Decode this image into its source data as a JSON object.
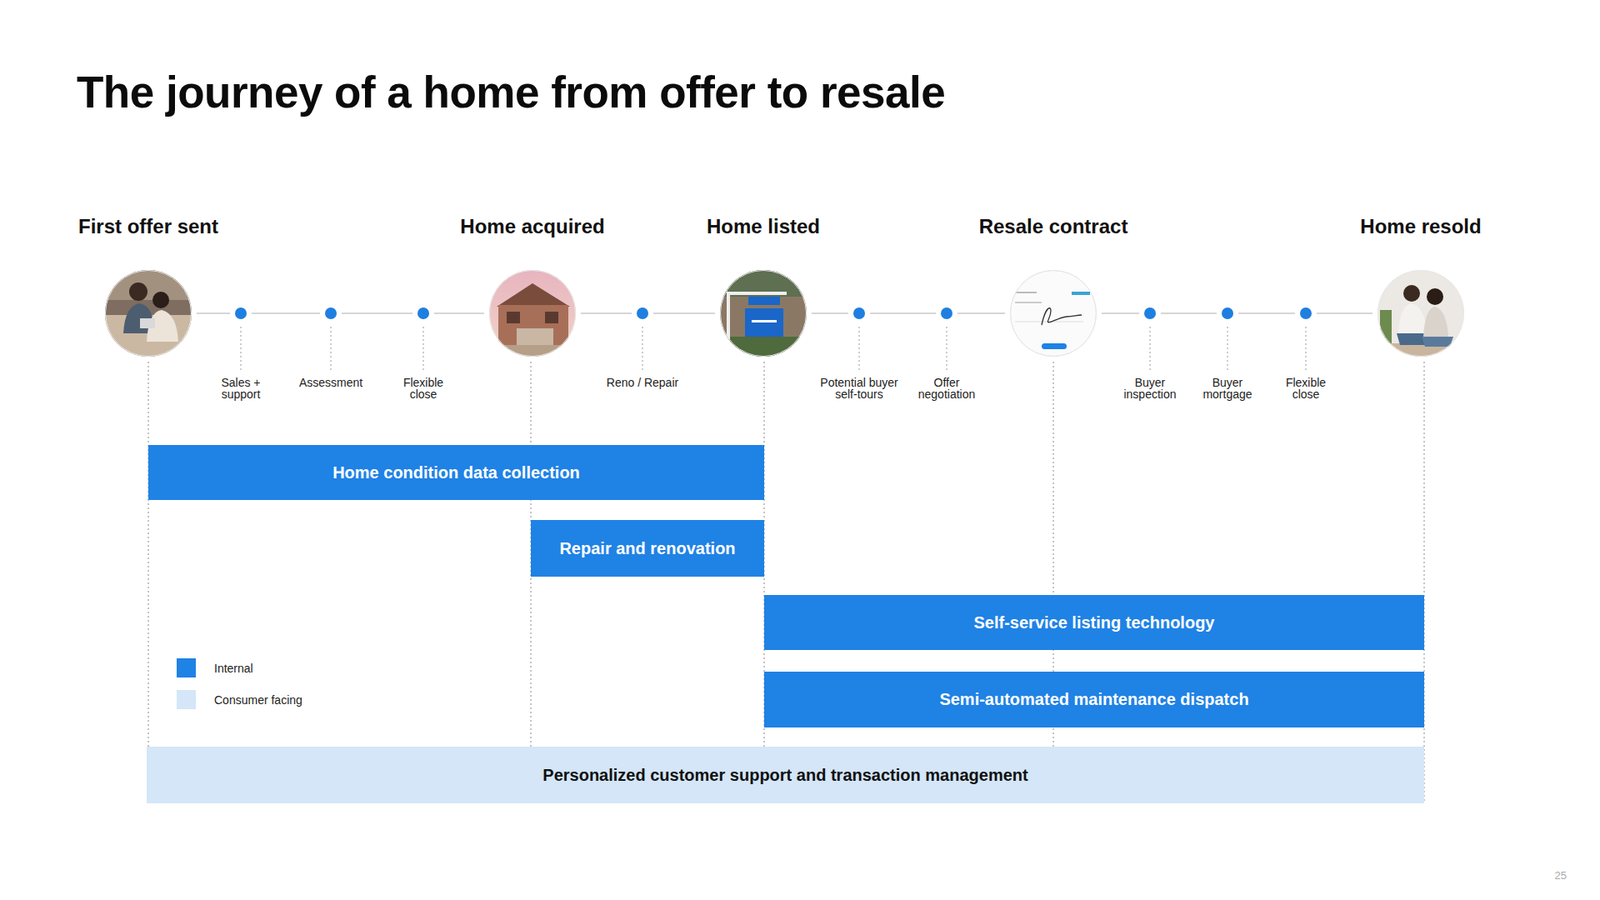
{
  "diagram": {
    "title": "The journey of a home from offer to resale",
    "nodes": [
      {
        "text": [
          "First offer sent"
        ]
      },
      {
        "text": [
          "Sales + support"
        ]
      },
      {
        "text": [
          "Assessment"
        ]
      },
      {
        "text": [
          "Flexible close"
        ]
      },
      {
        "text": [
          "Home acquired"
        ]
      },
      {
        "text": [
          "Reno / Repair"
        ]
      },
      {
        "text": [
          "Home listed"
        ]
      },
      {
        "text": [
          "Potential buyer self-tours"
        ]
      },
      {
        "text": [
          "Offer negotiation"
        ]
      },
      {
        "text": [
          "Resale contract"
        ]
      },
      {
        "text": [
          "Buyer inspection"
        ]
      },
      {
        "text": [
          "Buyer mortgage"
        ]
      },
      {
        "text": [
          "Flexible close"
        ]
      },
      {
        "text": [
          "Home resold"
        ]
      },
      {
        "text": [
          "Home condition data collection"
        ]
      },
      {
        "text": [
          "Repair and renovation"
        ]
      },
      {
        "text": [
          "Self-service listing technology"
        ]
      },
      {
        "text": [
          "Semi-automated maintenance dispatch"
        ]
      },
      {
        "text": [
          "Personalized customer support and transaction management"
        ]
      }
    ],
    "edges": [
      {
        "from": 0,
        "to": 1,
        "arrow": "none"
      },
      {
        "from": 1,
        "to": 2,
        "arrow": "none"
      },
      {
        "from": 2,
        "to": 3,
        "arrow": "none"
      },
      {
        "from": 3,
        "to": 4,
        "arrow": "none"
      },
      {
        "from": 4,
        "to": 5,
        "arrow": "none"
      },
      {
        "from": 5,
        "to": 6,
        "arrow": "none"
      },
      {
        "from": 6,
        "to": 7,
        "arrow": "none"
      },
      {
        "from": 7,
        "to": 8,
        "arrow": "none"
      },
      {
        "from": 8,
        "to": 9,
        "arrow": "none"
      },
      {
        "from": 9,
        "to": 10,
        "arrow": "none"
      },
      {
        "from": 10,
        "to": 11,
        "arrow": "none"
      },
      {
        "from": 11,
        "to": 12,
        "arrow": "none"
      },
      {
        "from": 12,
        "to": 13,
        "arrow": "none"
      }
    ],
    "labels": [
      "25"
    ],
    "legend": [
      {
        "text": "Internal",
        "color": "#1f82e5"
      },
      {
        "text": "Consumer facing",
        "color": "#d4e6f8"
      }
    ]
  }
}
